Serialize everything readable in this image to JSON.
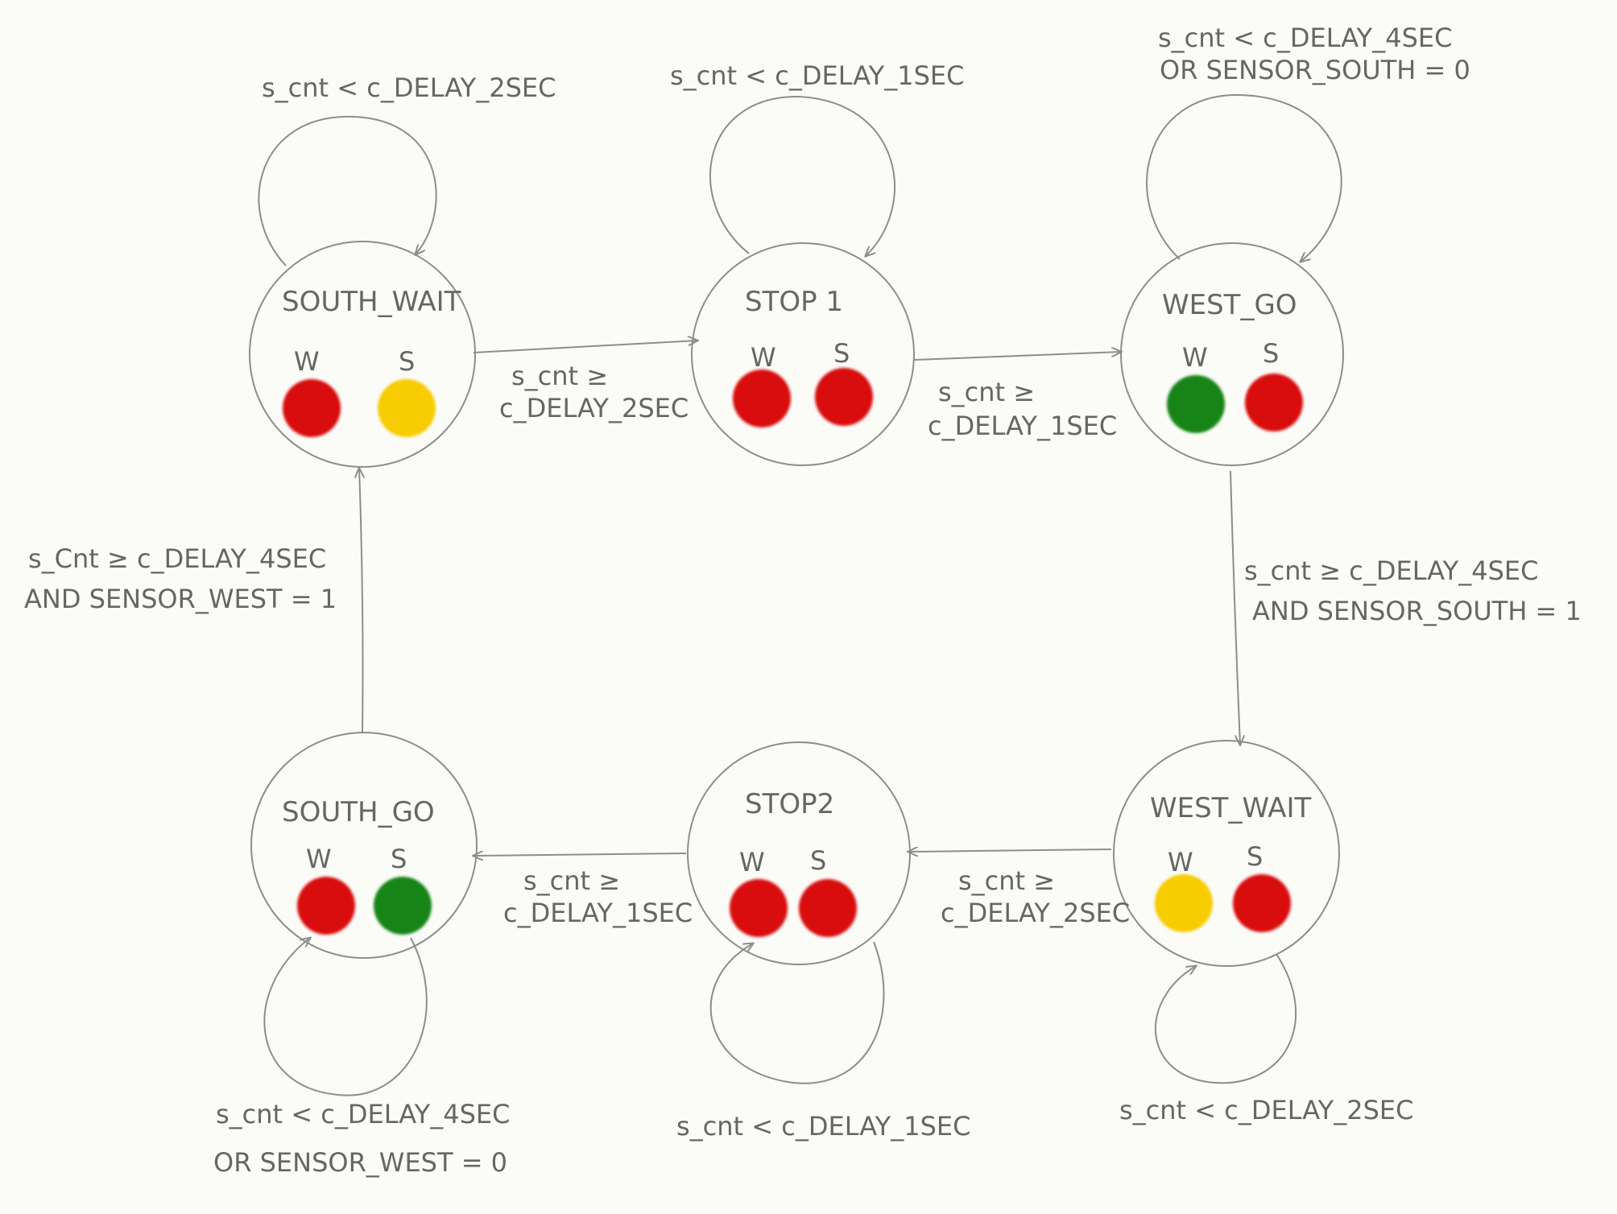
{
  "states": [
    {
      "id": "south_wait",
      "name": "SOUTH_WAIT",
      "w_label": "W",
      "s_label": "S",
      "w_light": "red",
      "s_light": "yellow"
    },
    {
      "id": "stop1",
      "name": "STOP 1",
      "w_label": "W",
      "s_label": "S",
      "w_light": "red",
      "s_light": "red"
    },
    {
      "id": "west_go",
      "name": "WEST_GO",
      "w_label": "W",
      "s_label": "S",
      "w_light": "green",
      "s_light": "red"
    },
    {
      "id": "south_go",
      "name": "SOUTH_GO",
      "w_label": "W",
      "s_label": "S",
      "w_light": "red",
      "s_light": "green"
    },
    {
      "id": "stop2",
      "name": "STOP2",
      "w_label": "W",
      "s_label": "S",
      "w_light": "red",
      "s_light": "red"
    },
    {
      "id": "west_wait",
      "name": "WEST_WAIT",
      "w_label": "W",
      "s_label": "S",
      "w_light": "yellow",
      "s_light": "red"
    }
  ],
  "transitions": {
    "south_wait_to_stop1": [
      "s_cnt ≥",
      "c_DELAY_2SEC"
    ],
    "stop1_to_west_go": [
      "s_cnt ≥",
      "c_DELAY_1SEC"
    ],
    "west_go_to_west_wait": [
      "s_cnt ≥ c_DELAY_4SEC",
      "AND SENSOR_SOUTH = 1"
    ],
    "west_wait_to_stop2": [
      "s_cnt ≥",
      "c_DELAY_2SEC"
    ],
    "stop2_to_south_go": [
      "s_cnt ≥",
      "c_DELAY_1SEC"
    ],
    "south_go_to_south_wait": [
      "s_Cnt ≥ c_DELAY_4SEC",
      "AND SENSOR_WEST = 1"
    ]
  },
  "self_loops": {
    "south_wait": [
      "s_cnt < c_DELAY_2SEC"
    ],
    "stop1": [
      "s_cnt < c_DELAY_1SEC"
    ],
    "west_go": [
      "s_cnt < c_DELAY_4SEC",
      "OR SENSOR_SOUTH = 0"
    ],
    "south_go": [
      "s_cnt < c_DELAY_4SEC",
      "OR SENSOR_WEST = 0"
    ],
    "stop2": [
      "s_cnt < c_DELAY_1SEC"
    ],
    "west_wait": [
      "s_cnt < c_DELAY_2SEC"
    ]
  },
  "colors": {
    "red": "#d90b10",
    "yellow": "#f7cc00",
    "green": "#148417",
    "pencil": "#8d8d8d",
    "paper": "#fbfbf8"
  }
}
